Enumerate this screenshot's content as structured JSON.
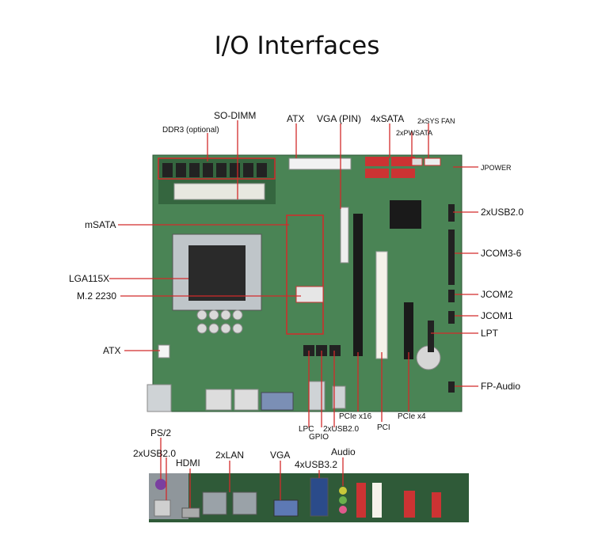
{
  "title": "I/O Interfaces",
  "board_labels": {
    "so_dimm": "SO-DIMM",
    "ddr3": "DDR3 (optional)",
    "atx_top": "ATX",
    "vga_pin": "VGA (PIN)",
    "sata4": "4xSATA",
    "sys_fan": "2xSYS FAN",
    "pwsata": "2xPWSATA",
    "jpower": "JPOWER",
    "usb20_right": "2xUSB2.0",
    "jcom36": "JCOM3-6",
    "jcom2": "JCOM2",
    "jcom1": "JCOM1",
    "lpt": "LPT",
    "fp_audio": "FP-Audio",
    "msata": "mSATA",
    "lga": "LGA115X",
    "m2": "M.2 2230",
    "atx_left": "ATX",
    "pcie16": "PCIe x16",
    "pci": "PCI",
    "pcie4": "PCIe x4",
    "lpc": "LPC",
    "gpio": "GPIO",
    "usb20_bottom": "2xUSB2.0"
  },
  "io_labels": {
    "ps2": "PS/2",
    "usb20": "2xUSB2.0",
    "hdmi": "HDMI",
    "lan": "2xLAN",
    "vga": "VGA",
    "usb32": "4xUSB3.2",
    "audio": "Audio"
  },
  "colors": {
    "pcb": "#3f7a4b",
    "pcb_dark": "#2f5f3a",
    "callout": "#d22b2b"
  }
}
